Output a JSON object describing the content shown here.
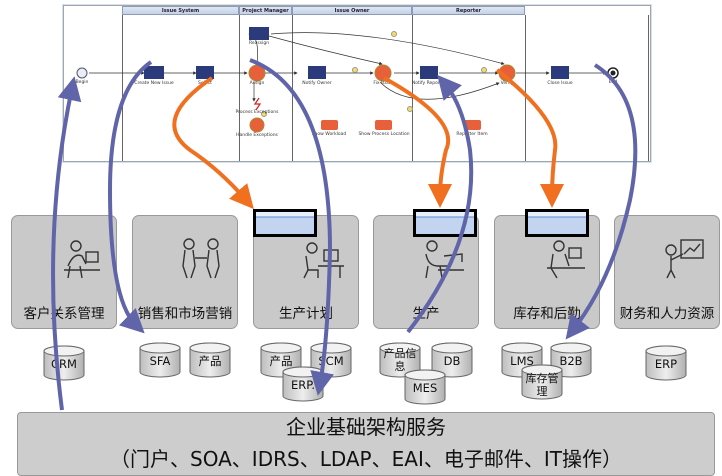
{
  "process": {
    "lanes": [
      "Issue System",
      "Project Manager",
      "Issue Owner",
      "Reporter"
    ],
    "nodes": {
      "begin": "Begin",
      "create": "Create New Issue",
      "select": "Select",
      "assign": "Assign",
      "reassign": "Reassign",
      "notify_owner": "Notify Owner",
      "fix": "Fix Issue",
      "notify_reporter": "Notify Reporter",
      "verify": "Verify",
      "close": "Close Issue",
      "end": "End",
      "process_exceptions": "Process Exceptions",
      "handle_exceptions": "Handle Exceptions",
      "show_workload": "Show Workload",
      "show_location": "Show Process Location",
      "reporter_item": "Reporter Item"
    }
  },
  "departments": [
    {
      "title": "客户关系管理"
    },
    {
      "title": "销售和市场营销"
    },
    {
      "title": "生产计划"
    },
    {
      "title": "生产"
    },
    {
      "title": "库存和后勤"
    },
    {
      "title": "财务和人力资源"
    }
  ],
  "databases": {
    "crm": "CRM",
    "sfa": "SFA",
    "product_a": "产品",
    "product_b": "产品",
    "scm": "SCM",
    "erp_a": "ERP.",
    "product_info": "产品信息",
    "db": "DB",
    "mes": "MES",
    "lms": "LMS",
    "b2b": "B2B",
    "inventory_mgmt": "库存管理",
    "erp_b": "ERP"
  },
  "base": {
    "line1": "企业基础架构服务",
    "line2": "（门户、SOA、IDRS、LDAP、EAI、电子邮件、IT操作）"
  },
  "colors": {
    "arrow_orange": "#f07020",
    "arrow_purple": "#6064a8",
    "box_gray": "#c9c9c9",
    "task_blue": "#2a3a7a",
    "event_orange": "#e8603a"
  }
}
